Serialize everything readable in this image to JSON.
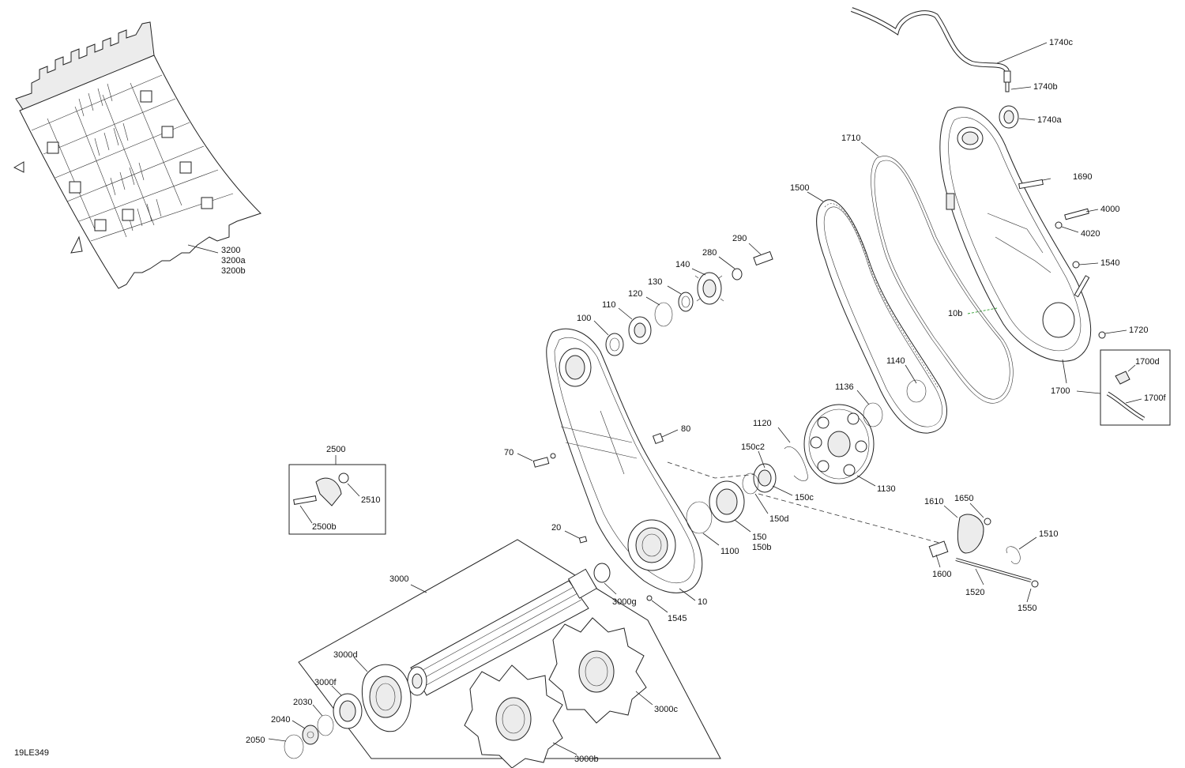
{
  "drawing_id": "19LE349",
  "callouts": {
    "c3200": "3200",
    "c3200a": "3200a",
    "c3200b": "3200b",
    "c1740c": "1740c",
    "c1740b": "1740b",
    "c1740a": "1740a",
    "c1710": "1710",
    "c1500": "1500",
    "c1690": "1690",
    "c4000": "4000",
    "c4020": "4020",
    "c1540": "1540",
    "c10b": "10b",
    "c1720": "1720",
    "c1700d": "1700d",
    "c1700": "1700",
    "c1700f": "1700f",
    "c290": "290",
    "c280": "280",
    "c140": "140",
    "c130": "130",
    "c120": "120",
    "c110": "110",
    "c100": "100",
    "c1140": "1140",
    "c1136": "1136",
    "c1120": "1120",
    "c150c2": "150c2",
    "c80": "80",
    "c70": "70",
    "c150c": "150c",
    "c1130": "1130",
    "c150d": "150d",
    "c150": "150",
    "c150b": "150b",
    "c1100": "1100",
    "c2500": "2500",
    "c2510": "2510",
    "c2500b": "2500b",
    "c20": "20",
    "c1610": "1610",
    "c1650": "1650",
    "c1510": "1510",
    "c1600": "1600",
    "c1520": "1520",
    "c1550": "1550",
    "c3000": "3000",
    "c3000g": "3000g",
    "c1545": "1545",
    "c10": "10",
    "c3000d": "3000d",
    "c3000f": "3000f",
    "c2030": "2030",
    "c2040": "2040",
    "c2050": "2050",
    "c3000c": "3000c",
    "c3000b": "3000b"
  }
}
